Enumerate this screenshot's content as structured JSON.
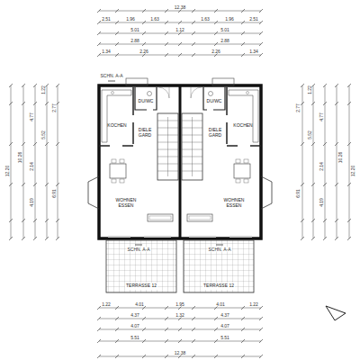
{
  "diagram": {
    "nodes": [
      {
        "text": [
          "KOCHEN"
        ]
      },
      {
        "text": [
          "DIELE GARD"
        ]
      },
      {
        "text": [
          "DU/WC"
        ]
      },
      {
        "text": [
          "WOHNEN ESSEN"
        ]
      },
      {
        "text": [
          "DU/WC"
        ]
      },
      {
        "text": [
          "DIELE GARD"
        ]
      },
      {
        "text": [
          "KOCHEN"
        ]
      },
      {
        "text": [
          "WOHNEN ESSEN"
        ]
      },
      {
        "text": [
          "TERRASSE 12"
        ]
      },
      {
        "text": [
          "TERRASSE 12"
        ]
      }
    ],
    "labels": [
      "12.38",
      "2.51",
      "1.96",
      "1.63",
      "1.63",
      "1.96",
      "2.51",
      "5.01",
      "1.12",
      "5.01",
      "2.88",
      "2.88",
      "1.34",
      "2.26",
      "2.26",
      "1.34",
      "SCHN. A-A",
      "SCHN. A-A",
      "SCHN. A-A",
      "12.20",
      "10.26",
      "4.77",
      "2.14",
      "4.19",
      "1.22",
      "5.52",
      "2.77",
      "6.91",
      "12.20",
      "10.26",
      "4.77",
      "2.14",
      "4.19",
      "1.22",
      "5.52",
      "2.77",
      "6.91",
      "1.22",
      "4.01",
      "1.95",
      "4.01",
      "1.22",
      "4.37",
      "1.32",
      "4.37",
      "4.07",
      "4.07",
      "5.51",
      "5.51",
      "12.38"
    ]
  }
}
